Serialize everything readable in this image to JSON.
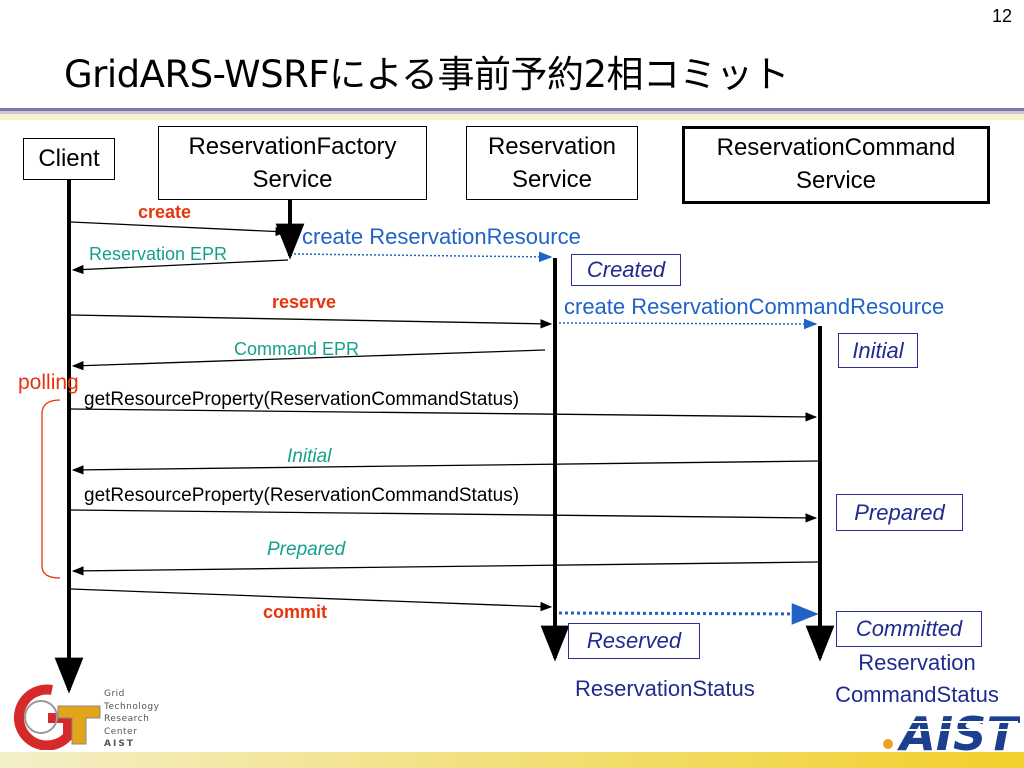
{
  "page_number": "12",
  "title": "GridARS-WSRFによる事前予約2相コミット",
  "participants": {
    "client": "Client",
    "factory": [
      "ReservationFactory",
      "Service"
    ],
    "reservation": [
      "Reservation",
      "Service"
    ],
    "command": [
      "ReservationCommand",
      "Service"
    ]
  },
  "messages": {
    "create": "create",
    "reservation_epr": "Reservation EPR",
    "create_resource": "create ReservationResource",
    "reserve": "reserve",
    "create_command_resource": "create ReservationCommandResource",
    "command_epr": "Command EPR",
    "polling": "polling",
    "get_property_1": "getResourceProperty(ReservationCommandStatus)",
    "initial_reply": "Initial",
    "get_property_2": "getResourceProperty(ReservationCommandStatus)",
    "prepared_reply": "Prepared",
    "commit": "commit"
  },
  "states": {
    "created": "Created",
    "initial": "Initial",
    "prepared": "Prepared",
    "committed": "Committed",
    "reserved": "Reserved"
  },
  "status_labels": {
    "reservation_status": "ReservationStatus",
    "command_status": [
      "Reservation",
      "CommandStatus"
    ]
  },
  "logo": {
    "gtrc_lines": [
      "Grid",
      "Technology",
      "Research",
      "Center",
      "AIST"
    ],
    "aist": "AIST"
  },
  "colors": {
    "call": "#e8340d",
    "reply": "#16a08a",
    "state": "#1f2b8f",
    "internal": "#1f63c8"
  }
}
